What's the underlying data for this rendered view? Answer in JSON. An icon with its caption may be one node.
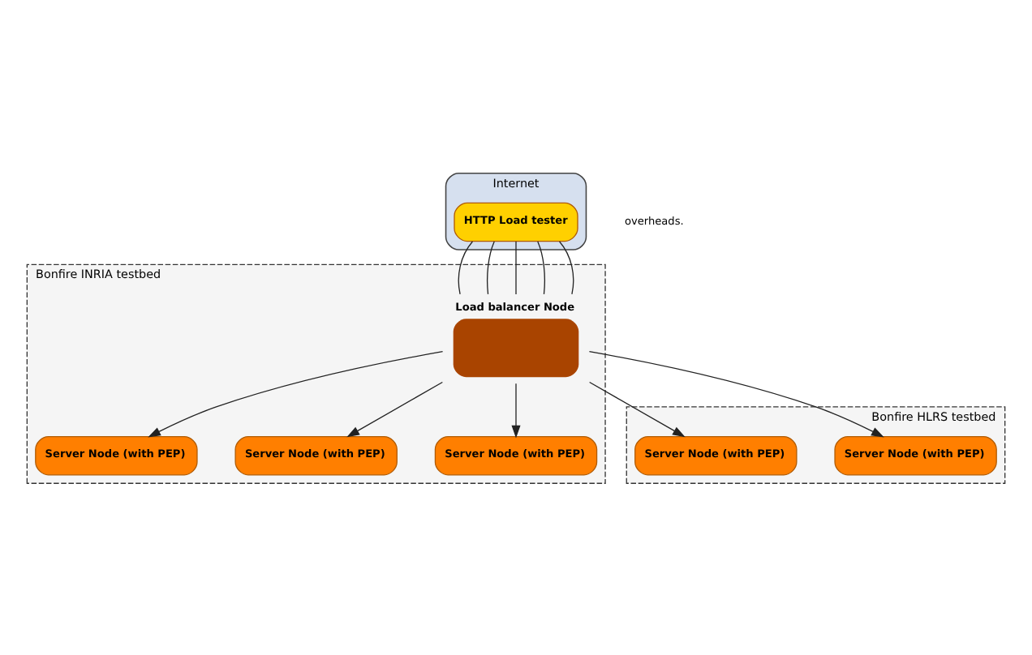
{
  "diagram": {
    "nodes": [
      {
        "text": [
          "Internet"
        ]
      },
      {
        "text": [
          "HTTP Load tester"
        ],
        "in": 0
      },
      {
        "text": [
          "Bonfire HLRS testbed"
        ]
      },
      {
        "text": [
          "Server Node (with PEP)"
        ],
        "in": 2
      },
      {
        "text": [
          "Server Node (with PEP)"
        ],
        "in": 2
      },
      {
        "text": [
          "Bonfire INRIA testbed"
        ]
      },
      {
        "text": [
          "Load balancer Node"
        ],
        "in": 5
      },
      {
        "text": [
          "Server Node (with PEP)"
        ],
        "in": 5
      },
      {
        "text": [
          "Server Node (with PEP)"
        ],
        "in": 5
      },
      {
        "text": [
          "Server Node (with PEP)"
        ],
        "in": 5
      }
    ],
    "edges": [
      {
        "from": 1,
        "to": 6,
        "arrow": "none"
      },
      {
        "from": 1,
        "to": 6,
        "arrow": "none"
      },
      {
        "from": 1,
        "to": 6,
        "arrow": "none"
      },
      {
        "from": 1,
        "to": 6,
        "arrow": "none"
      },
      {
        "from": 1,
        "to": 6,
        "arrow": "none"
      },
      {
        "from": 6,
        "to": 3,
        "arrow": "to"
      },
      {
        "from": 6,
        "to": 4,
        "arrow": "to"
      },
      {
        "from": 6,
        "to": 7,
        "arrow": "to"
      },
      {
        "from": 6,
        "to": 8,
        "arrow": "to"
      },
      {
        "from": 6,
        "to": 9,
        "arrow": "to"
      }
    ],
    "labels": [
      "overheads."
    ]
  }
}
